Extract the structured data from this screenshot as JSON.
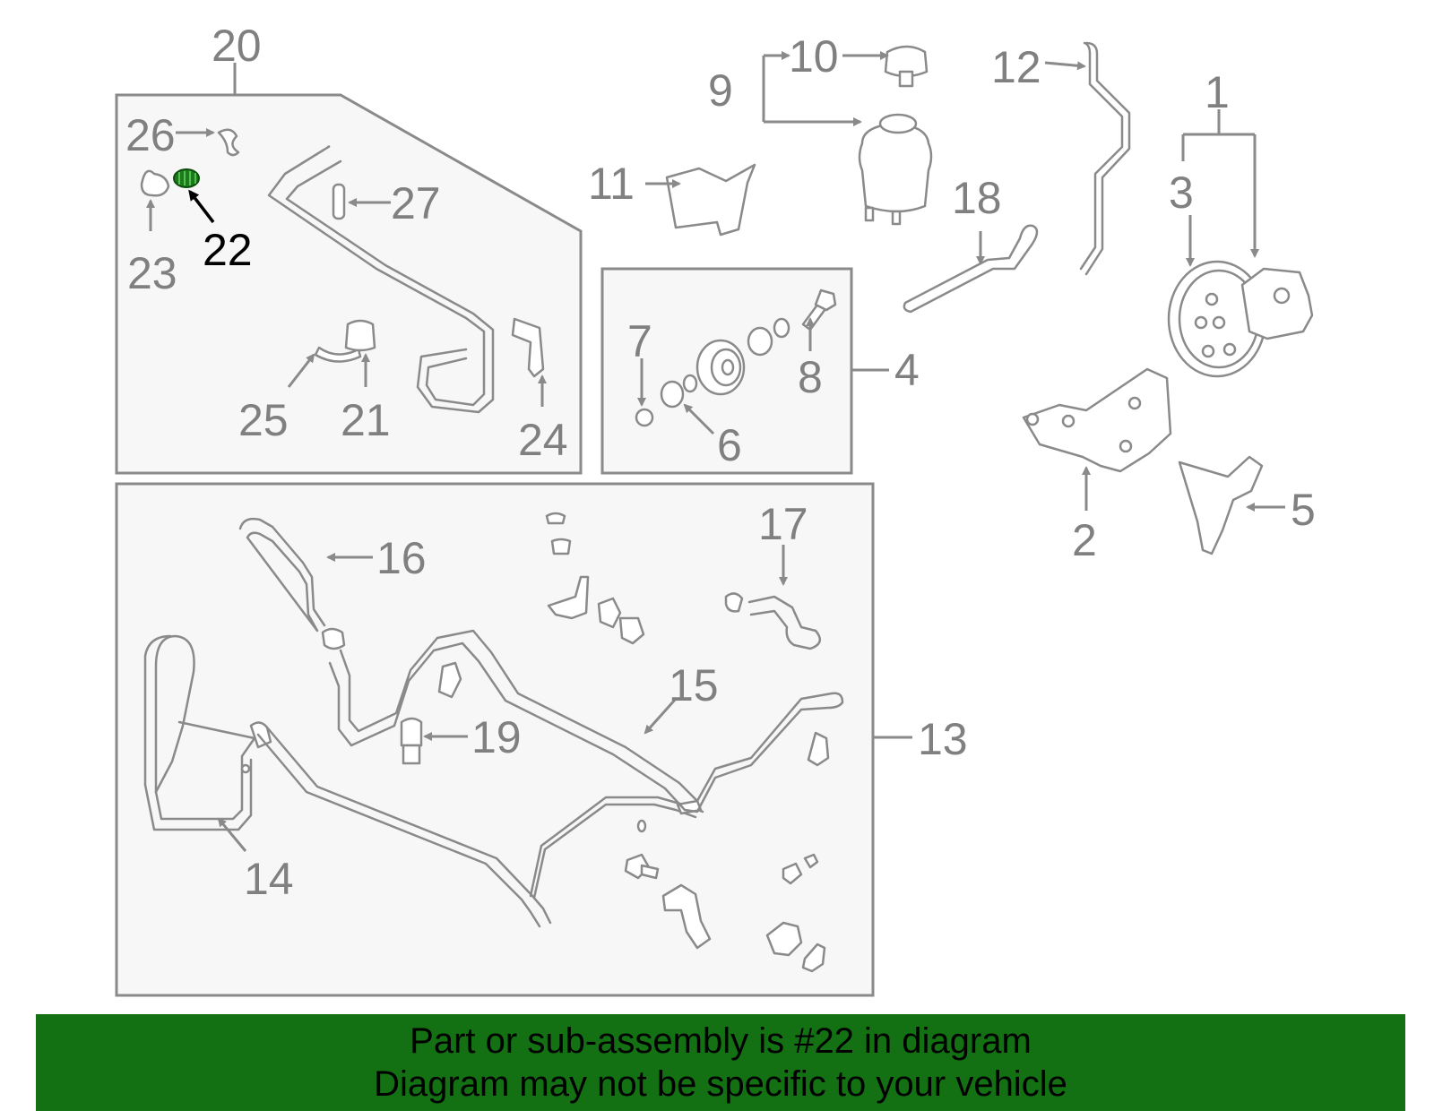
{
  "highlight": {
    "part_number": "22",
    "color": "#1c7a1c",
    "footer_bg": "#137013"
  },
  "labels": [
    "1",
    "2",
    "3",
    "4",
    "5",
    "6",
    "7",
    "8",
    "9",
    "10",
    "11",
    "12",
    "13",
    "14",
    "15",
    "16",
    "17",
    "18",
    "19",
    "20",
    "21",
    "22",
    "23",
    "24",
    "25",
    "26",
    "27"
  ],
  "footer": {
    "line1": "Part or sub-assembly is #22 in diagram",
    "line2": "Diagram may not be specific to your vehicle"
  }
}
